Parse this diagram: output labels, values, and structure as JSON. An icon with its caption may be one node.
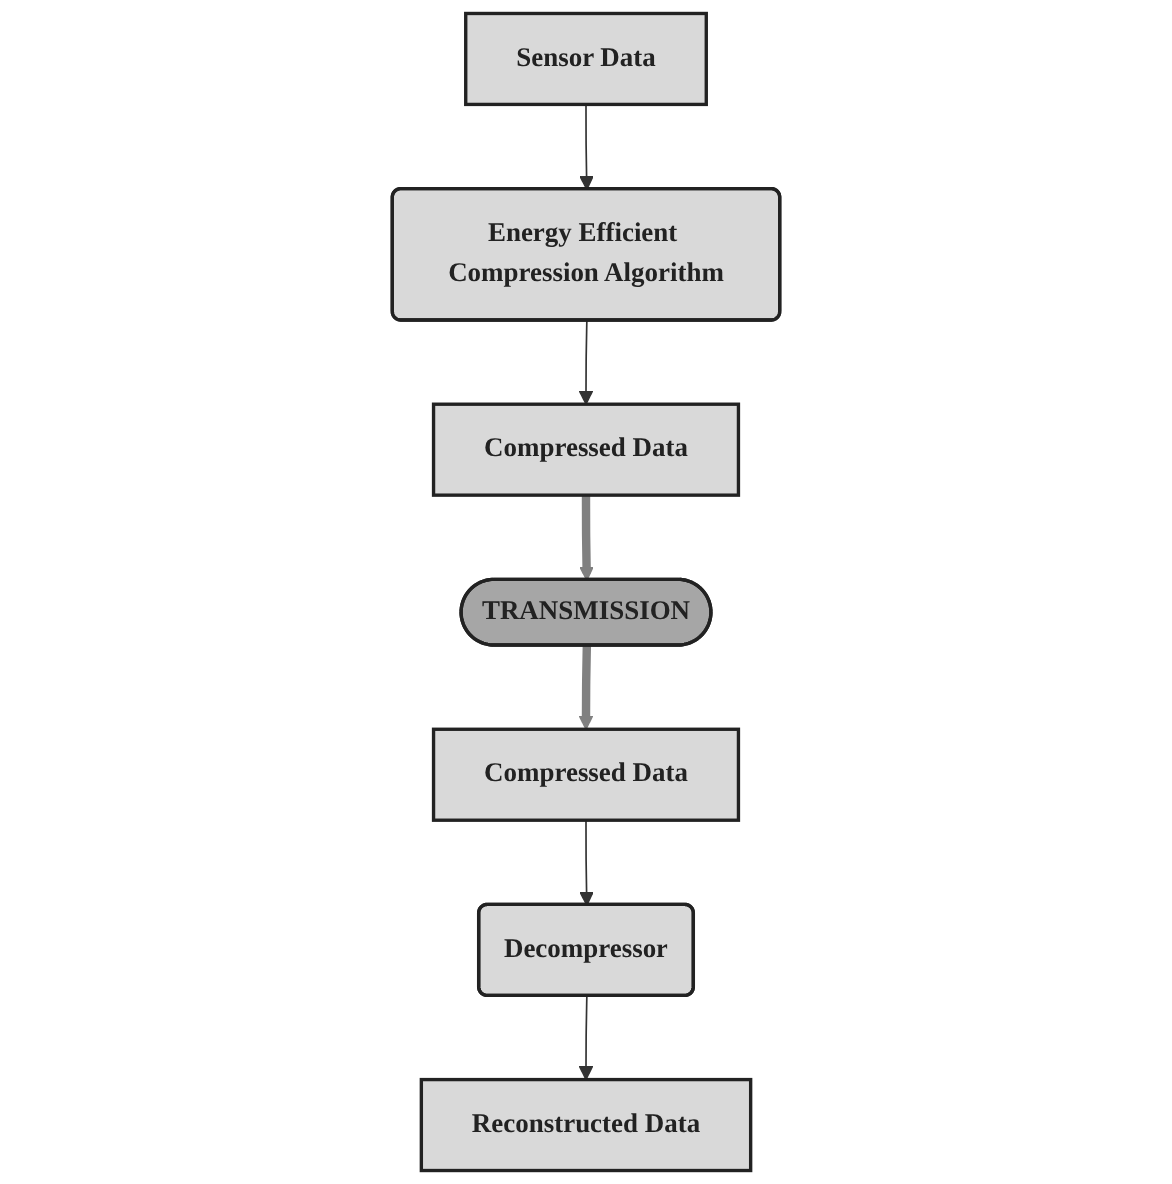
{
  "diagram": {
    "nodes": [
      {
        "text": [
          "Sensor Data"
        ]
      },
      {
        "text": [
          "TRANSMISSION"
        ]
      },
      {
        "text": [
          "Reconstructed Data"
        ]
      },
      {
        "text": [
          "Compressed Data"
        ]
      },
      {
        "text": [
          "Compressed Data"
        ]
      },
      {
        "text": [
          "Energy Efficient Compression Algorithm"
        ]
      },
      {
        "text": [
          "Decompressor"
        ]
      }
    ],
    "edges": [
      {
        "from": 0,
        "to": 5,
        "arrow": "to"
      },
      {
        "from": 5,
        "to": 3,
        "arrow": "to"
      },
      {
        "from": 3,
        "to": 1,
        "arrow": "to",
        "style": "thick",
        "color": "#808080"
      },
      {
        "from": 1,
        "to": 4,
        "arrow": "to",
        "style": "thick",
        "color": "#808080"
      },
      {
        "from": 4,
        "to": 6,
        "arrow": "to"
      },
      {
        "from": 6,
        "to": 2,
        "arrow": "to"
      }
    ]
  }
}
